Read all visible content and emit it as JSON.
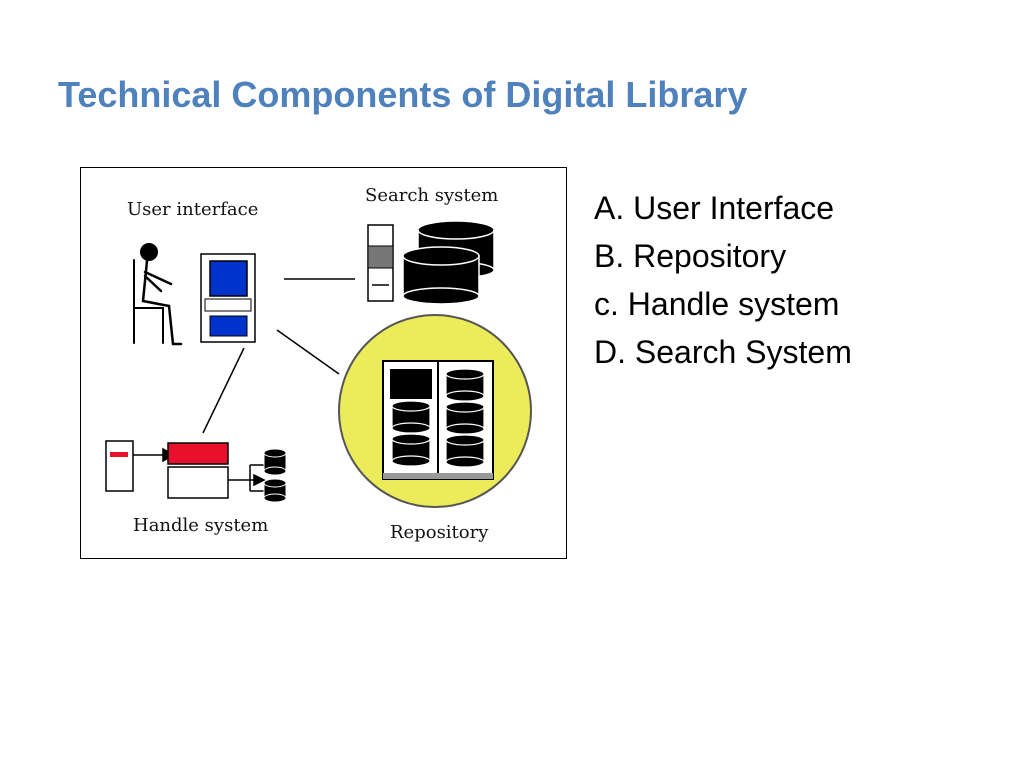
{
  "slide": {
    "title": "Technical Components of Digital Library",
    "title_color": "#4f81bd"
  },
  "diagram": {
    "labels": {
      "user_interface": "User interface",
      "search_system": "Search system",
      "handle_system": "Handle system",
      "repository": "Repository"
    },
    "colors": {
      "screen_blue": "#0033cc",
      "handle_red": "#e8102c",
      "repository_circle": "#ecec5a"
    }
  },
  "components_list": [
    "A. User Interface",
    "B. Repository",
    "c. Handle system",
    "D. Search System"
  ]
}
